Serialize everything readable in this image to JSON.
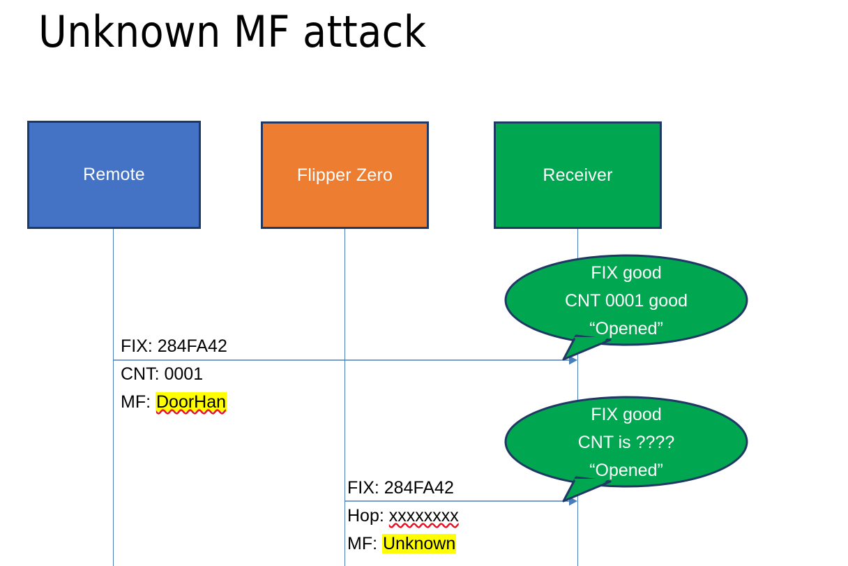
{
  "slide": {
    "title": "Unknown MF attack",
    "background": "#ffffff"
  },
  "colors": {
    "remote_fill": "#4472C4",
    "flipper_fill": "#ED7D31",
    "receiver_fill": "#00A650",
    "box_border": "#1F3864",
    "lifeline": "#4A7EBB",
    "arrow": "#4A7EBB",
    "bubble_fill": "#00A650",
    "bubble_border": "#1F3864",
    "highlight": "#FFFF00",
    "spellcheck_underline": "#E81123",
    "text_dark": "#000000",
    "text_light": "#FFFFFF"
  },
  "actors": [
    {
      "id": "remote",
      "label": "Remote"
    },
    {
      "id": "flipper",
      "label": "Flipper Zero"
    },
    {
      "id": "receiver",
      "label": "Receiver"
    }
  ],
  "messages": [
    {
      "id": "msg-1",
      "from": "remote",
      "to": "receiver",
      "above_line": [
        {
          "text": "FIX: 284FA42",
          "highlight": false,
          "spellcheck": false
        }
      ],
      "below_line": [
        {
          "label": "CNT: ",
          "value": "0001",
          "highlight": false,
          "spellcheck": false
        },
        {
          "label": "MF: ",
          "value": "DoorHan",
          "highlight": true,
          "spellcheck": true
        }
      ]
    },
    {
      "id": "msg-2",
      "from": "flipper",
      "to": "receiver",
      "above_line": [
        {
          "text": "FIX: 284FA42",
          "highlight": false,
          "spellcheck": false
        }
      ],
      "below_line": [
        {
          "label": "Hop: ",
          "value": "xxxxxxxx",
          "highlight": false,
          "spellcheck": true
        },
        {
          "label": "MF: ",
          "value": "Unknown",
          "highlight": true,
          "spellcheck": false
        }
      ]
    }
  ],
  "bubbles": [
    {
      "id": "bubble-1",
      "owner": "receiver",
      "lines": [
        "FIX good",
        "CNT 0001 good",
        "“Opened”"
      ]
    },
    {
      "id": "bubble-2",
      "owner": "receiver",
      "lines": [
        "FIX good",
        "CNT is ????",
        "“Opened”"
      ]
    }
  ]
}
